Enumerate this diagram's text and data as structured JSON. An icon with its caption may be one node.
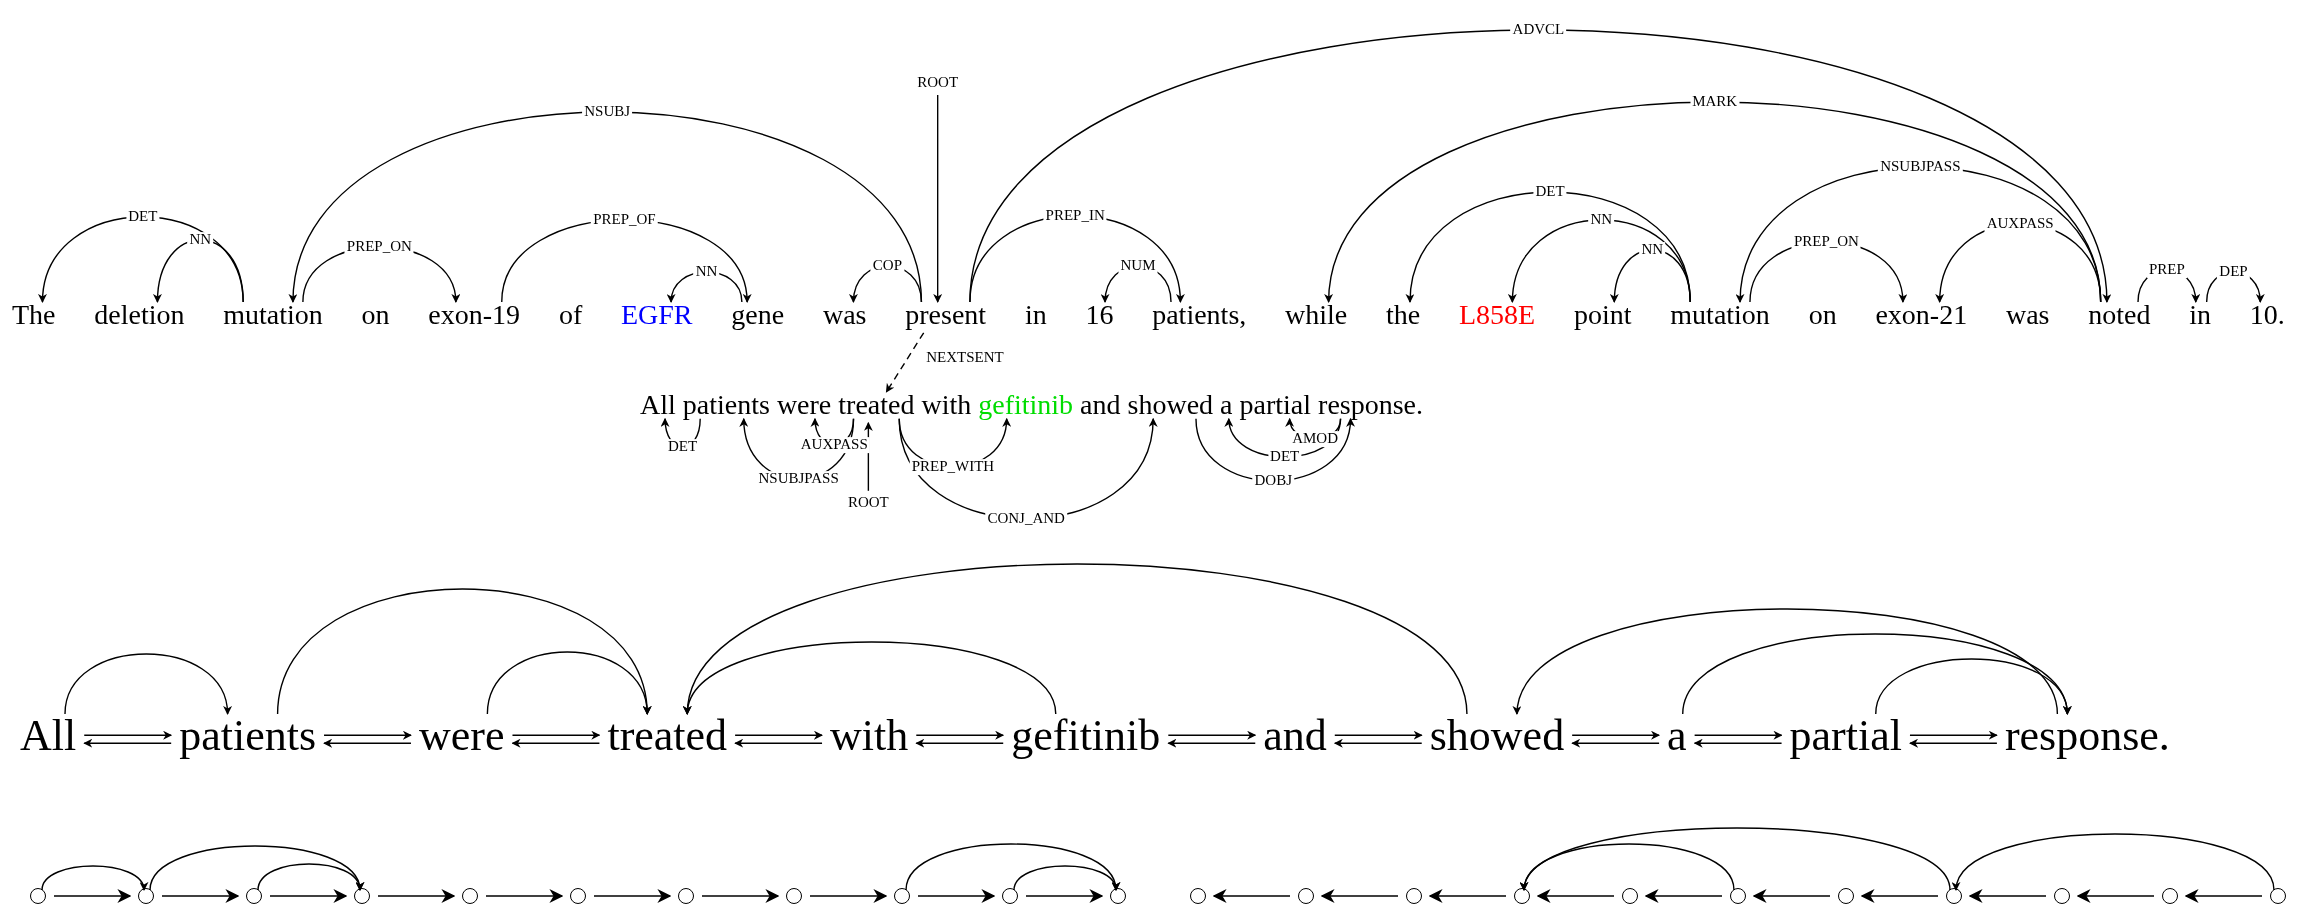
{
  "diagram": {
    "nodes": [
      {
        "text": [
          "The"
        ]
      },
      {
        "text": [
          "deletion"
        ]
      },
      {
        "text": [
          "mutation"
        ]
      },
      {
        "text": [
          "on"
        ]
      },
      {
        "text": [
          "exon-19"
        ]
      },
      {
        "text": [
          "of"
        ]
      },
      {
        "text": [
          "EGFR"
        ]
      },
      {
        "text": [
          "gene"
        ]
      },
      {
        "text": [
          "was"
        ]
      },
      {
        "text": [
          "present"
        ]
      },
      {
        "text": [
          "in"
        ]
      },
      {
        "text": [
          "16"
        ]
      },
      {
        "text": [
          "patients,"
        ]
      },
      {
        "text": [
          "while"
        ]
      },
      {
        "text": [
          "the"
        ]
      },
      {
        "text": [
          "L858E"
        ]
      },
      {
        "text": [
          "point"
        ]
      },
      {
        "text": [
          "mutation"
        ]
      },
      {
        "text": [
          "on"
        ]
      },
      {
        "text": [
          "exon-21"
        ]
      },
      {
        "text": [
          "was"
        ]
      },
      {
        "text": [
          "noted"
        ]
      },
      {
        "text": [
          "in"
        ]
      },
      {
        "text": [
          "10."
        ]
      },
      {
        "text": [
          "All"
        ]
      },
      {
        "text": [
          "patients"
        ]
      },
      {
        "text": [
          "were"
        ]
      },
      {
        "text": [
          "treated"
        ]
      },
      {
        "text": [
          "with"
        ]
      },
      {
        "text": [
          "gefitinib"
        ]
      },
      {
        "text": [
          "and"
        ]
      },
      {
        "text": [
          "showed"
        ]
      },
      {
        "text": [
          "a"
        ]
      },
      {
        "text": [
          "partial"
        ]
      },
      {
        "text": [
          "response."
        ]
      },
      {
        "text": [
          "All"
        ]
      },
      {
        "text": [
          "patients"
        ]
      },
      {
        "text": [
          "were"
        ]
      },
      {
        "text": [
          "treated"
        ]
      },
      {
        "text": [
          "with"
        ]
      },
      {
        "text": [
          "gefitinib"
        ]
      },
      {
        "text": [
          "and"
        ]
      },
      {
        "text": [
          "showed"
        ]
      },
      {
        "text": [
          "a"
        ]
      },
      {
        "text": [
          "partial"
        ]
      },
      {
        "text": [
          "response."
        ]
      },
      {
        "text": [],
        "shape": "circle"
      },
      {
        "text": [],
        "shape": "circle"
      },
      {
        "text": [],
        "shape": "circle"
      },
      {
        "text": [],
        "shape": "circle"
      },
      {
        "text": [],
        "shape": "circle"
      },
      {
        "text": [],
        "shape": "circle"
      },
      {
        "text": [],
        "shape": "circle"
      },
      {
        "text": [],
        "shape": "circle"
      },
      {
        "text": [],
        "shape": "circle"
      },
      {
        "text": [],
        "shape": "circle"
      },
      {
        "text": [],
        "shape": "circle"
      },
      {
        "text": [],
        "shape": "circle"
      },
      {
        "text": [],
        "shape": "circle"
      },
      {
        "text": [],
        "shape": "circle"
      },
      {
        "text": [],
        "shape": "circle"
      },
      {
        "text": [],
        "shape": "circle"
      },
      {
        "text": [],
        "shape": "circle"
      },
      {
        "text": [],
        "shape": "circle"
      },
      {
        "text": [],
        "shape": "circle"
      },
      {
        "text": [],
        "shape": "circle"
      },
      {
        "text": [],
        "shape": "circle"
      },
      {
        "text": [],
        "shape": "circle"
      }
    ],
    "edges": [
      {
        "from": 2,
        "to": 0,
        "arrow": "to",
        "label": "DET"
      },
      {
        "from": 2,
        "to": 1,
        "arrow": "to",
        "label": "NN"
      },
      {
        "from": 9,
        "to": 2,
        "arrow": "to",
        "label": "NSUBJ"
      },
      {
        "from": 2,
        "to": 4,
        "arrow": "to",
        "label": "PREP_ON"
      },
      {
        "from": 4,
        "to": 7,
        "arrow": "to",
        "label": "PREP_OF"
      },
      {
        "from": 7,
        "to": 6,
        "arrow": "to",
        "label": "NN"
      },
      {
        "from": 9,
        "to": 8,
        "arrow": "to",
        "label": "COP"
      },
      {
        "from": null,
        "to": 9,
        "arrow": "to",
        "label": "ROOT"
      },
      {
        "from": 9,
        "to": 12,
        "arrow": "to",
        "label": "PREP_IN"
      },
      {
        "from": 12,
        "to": 11,
        "arrow": "to",
        "label": "NUM"
      },
      {
        "from": 9,
        "to": 21,
        "arrow": "to",
        "label": "ADVCL"
      },
      {
        "from": 21,
        "to": 13,
        "arrow": "to",
        "label": "MARK"
      },
      {
        "from": 17,
        "to": 14,
        "arrow": "to",
        "label": "DET"
      },
      {
        "from": 17,
        "to": 15,
        "arrow": "to",
        "label": "NN"
      },
      {
        "from": 17,
        "to": 16,
        "arrow": "to",
        "label": "NN"
      },
      {
        "from": 21,
        "to": 17,
        "arrow": "to",
        "label": "NSUBJPASS"
      },
      {
        "from": 17,
        "to": 19,
        "arrow": "to",
        "label": "PREP_ON"
      },
      {
        "from": 21,
        "to": 19,
        "arrow": "to",
        "label": "AUXPASS"
      },
      {
        "from": 21,
        "to": 22,
        "arrow": "to",
        "label": "PREP"
      },
      {
        "from": 22,
        "to": 23,
        "arrow": "to",
        "label": "DEP"
      },
      {
        "from": 9,
        "to": 27,
        "arrow": "to",
        "label": "NEXTSENT",
        "style": "dashed"
      },
      {
        "from": 25,
        "to": 24,
        "arrow": "to",
        "label": "DET"
      },
      {
        "from": 27,
        "to": 25,
        "arrow": "to",
        "label": "NSUBJPASS"
      },
      {
        "from": 27,
        "to": 26,
        "arrow": "to",
        "label": "AUXPASS"
      },
      {
        "from": null,
        "to": 27,
        "arrow": "to",
        "label": "ROOT"
      },
      {
        "from": 27,
        "to": 29,
        "arrow": "to",
        "label": "PREP_WITH"
      },
      {
        "from": 27,
        "to": 31,
        "arrow": "to",
        "label": "CONJ_AND"
      },
      {
        "from": 34,
        "to": 33,
        "arrow": "to",
        "label": "AMOD"
      },
      {
        "from": 34,
        "to": 32,
        "arrow": "to",
        "label": "DET"
      },
      {
        "from": 31,
        "to": 34,
        "arrow": "to",
        "label": "DOBJ"
      },
      {
        "from": 35,
        "to": 36,
        "arrow": "both"
      },
      {
        "from": 36,
        "to": 37,
        "arrow": "both"
      },
      {
        "from": 37,
        "to": 38,
        "arrow": "both"
      },
      {
        "from": 38,
        "to": 39,
        "arrow": "both"
      },
      {
        "from": 39,
        "to": 40,
        "arrow": "both"
      },
      {
        "from": 40,
        "to": 41,
        "arrow": "both"
      },
      {
        "from": 41,
        "to": 42,
        "arrow": "both"
      },
      {
        "from": 42,
        "to": 43,
        "arrow": "both"
      },
      {
        "from": 43,
        "to": 44,
        "arrow": "both"
      },
      {
        "from": 44,
        "to": 45,
        "arrow": "both"
      },
      {
        "from": 35,
        "to": 36,
        "arrow": "to"
      },
      {
        "from": 36,
        "to": 38,
        "arrow": "to"
      },
      {
        "from": 37,
        "to": 38,
        "arrow": "to"
      },
      {
        "from": 40,
        "to": 38,
        "arrow": "to"
      },
      {
        "from": 42,
        "to": 38,
        "arrow": "to"
      },
      {
        "from": 45,
        "to": 42,
        "arrow": "to"
      },
      {
        "from": 43,
        "to": 45,
        "arrow": "to"
      },
      {
        "from": 44,
        "to": 45,
        "arrow": "to"
      },
      {
        "from": 46,
        "to": 47,
        "arrow": "to"
      },
      {
        "from": 47,
        "to": 48,
        "arrow": "to"
      },
      {
        "from": 48,
        "to": 49,
        "arrow": "to"
      },
      {
        "from": 49,
        "to": 50,
        "arrow": "to"
      },
      {
        "from": 50,
        "to": 51,
        "arrow": "to"
      },
      {
        "from": 51,
        "to": 52,
        "arrow": "to"
      },
      {
        "from": 52,
        "to": 53,
        "arrow": "to"
      },
      {
        "from": 53,
        "to": 54,
        "arrow": "to"
      },
      {
        "from": 54,
        "to": 55,
        "arrow": "to"
      },
      {
        "from": 55,
        "to": 56,
        "arrow": "to"
      },
      {
        "from": 46,
        "to": 47,
        "arrow": "to"
      },
      {
        "from": 47,
        "to": 49,
        "arrow": "to"
      },
      {
        "from": 48,
        "to": 49,
        "arrow": "to"
      },
      {
        "from": 54,
        "to": 56,
        "arrow": "to"
      },
      {
        "from": 55,
        "to": 56,
        "arrow": "to"
      },
      {
        "from": 58,
        "to": 57,
        "arrow": "to"
      },
      {
        "from": 59,
        "to": 58,
        "arrow": "to"
      },
      {
        "from": 60,
        "to": 59,
        "arrow": "to"
      },
      {
        "from": 61,
        "to": 60,
        "arrow": "to"
      },
      {
        "from": 62,
        "to": 61,
        "arrow": "to"
      },
      {
        "from": 63,
        "to": 62,
        "arrow": "to"
      },
      {
        "from": 64,
        "to": 63,
        "arrow": "to"
      },
      {
        "from": 65,
        "to": 64,
        "arrow": "to"
      },
      {
        "from": 66,
        "to": 65,
        "arrow": "to"
      },
      {
        "from": 67,
        "to": 66,
        "arrow": "to"
      },
      {
        "from": 62,
        "to": 60,
        "arrow": "to"
      },
      {
        "from": 64,
        "to": 60,
        "arrow": "to"
      },
      {
        "from": 67,
        "to": 64,
        "arrow": "to"
      }
    ]
  }
}
